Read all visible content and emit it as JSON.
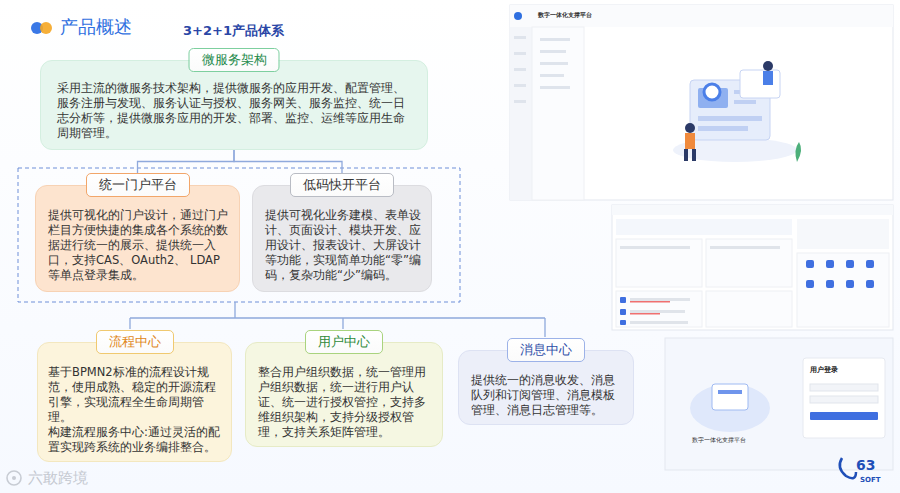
{
  "diagram": {
    "title": "产品概述",
    "nodes": [
      {
        "text": [
          "微服务架构",
          "采用主流的微服务技术架构，提供微服务的应用开发、配置管理、服务注册与发现、服务认证与授权、服务网关、服务监控、统一日志分析等，提供微服务应用的开发、部署、监控、运维等应用生命周期管理。"
        ]
      },
      {
        "text": [
          "统一门户平台",
          "提供可视化的门户设计，通过门户栏目方便快捷的集成各个系统的数据进行统一的展示、提供统一入口，支持CAS、OAuth2、 LDAP等单点登录集成。"
        ]
      },
      {
        "text": [
          "低码快开平台",
          "提供可视化业务建模、表单设计、页面设计、模块开发、应用设计、报表设计、大屏设计等功能，实现简单功能“零”编码，复杂功能“少”编码。"
        ]
      },
      {
        "text": [
          "流程中心",
          "基于BPMN2标准的流程设计规范，使用成熟、稳定的开源流程引擎，实现流程全生命周期管理。",
          "构建流程服务中心:通过灵活的配置实现跨系统的业务编排整合。"
        ]
      },
      {
        "text": [
          "用户中心",
          "整合用户组织数据，统一管理用户组织数据，统一进行用户认证、统一进行授权管控，支持多维组织架构，支持分级授权管理，支持关系矩阵管理。"
        ]
      },
      {
        "text": [
          "消息中心",
          "提供统一的消息收发、消息队列和订阅管理、消息模板管理、消息日志管理等。"
        ]
      }
    ],
    "edges": [
      {
        "from": 0,
        "to": 1,
        "arrow": "none"
      },
      {
        "from": 0,
        "to": 2,
        "arrow": "none"
      }
    ],
    "labels": [
      "3+2+1产品体系",
      "数字一体化支撑平台",
      "数字一体化支撑平台",
      "用户登录",
      "63",
      "SOFT",
      "六敢跨境"
    ]
  }
}
